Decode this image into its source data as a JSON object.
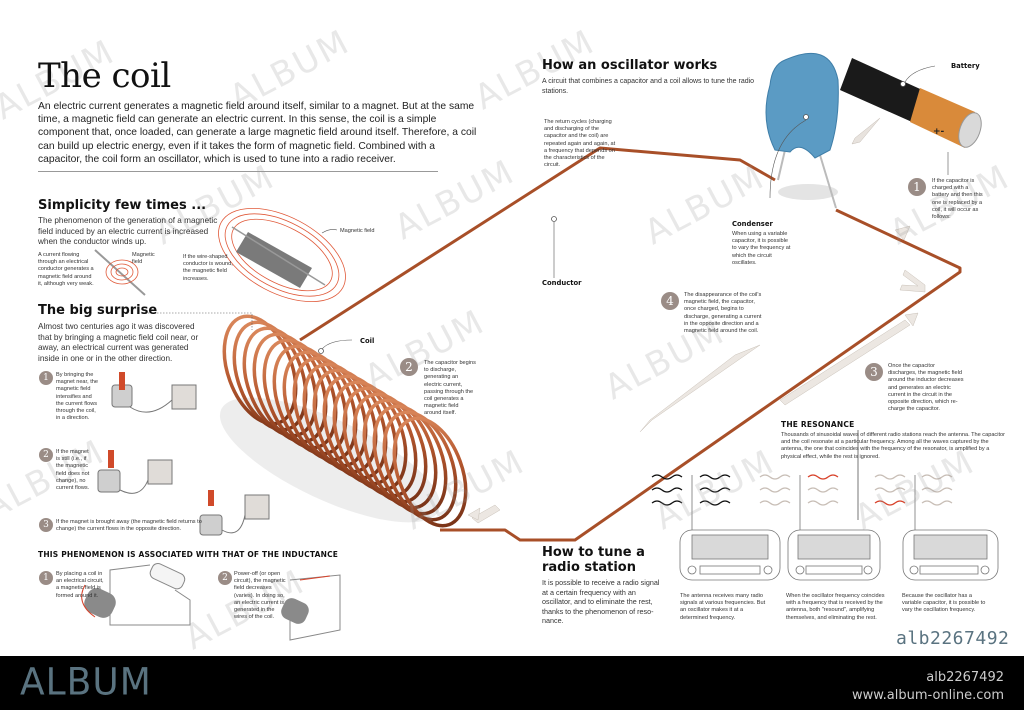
{
  "header": {
    "title": "The coil",
    "intro": "An electric current generates a magnetic field around itself, similar to a magnet. But at the same time, a magnetic field can generate an electric current. In this sense, the coil is a simple component that, once loaded, can generate a large magnetic field around itself. Therefore, a coil can build up electric energy, even if it takes the form of magnetic field. Combined with a capacitor, the coil form an oscillator, which is used to tune into a radio receiver."
  },
  "simplicity": {
    "heading": "Simplicity few times ...",
    "body": "The phenomenon of the generation of a magnetic field induced by an electric current is increased when the conductor winds up.",
    "caption_straight": "A current flowing through an electrical conductor generates a magnetic field around it, although very weak.",
    "label_magnetic_field_small": "Magnetic field",
    "caption_wound": "If the wire-shaped conductor is wound, the magnetic field increases.",
    "label_magnetic_field": "Magnetic field"
  },
  "surprise": {
    "heading": "The big surprise",
    "body": "Almost two centuries ago it was discovered that by bringing a magnetic field coil near, or away, an electrical current was generated inside in one or in the other direction.",
    "steps": [
      {
        "num": "1",
        "text": "By bringing the magnet near, the magnetic field intensifies and the current flows through the coil, in a direction."
      },
      {
        "num": "2",
        "text": "If the magnet is still (i.e., if the magnetic field does not change), no current flows."
      },
      {
        "num": "3",
        "text": "If the magnet is brought away (the magnetic field returns to change) the current flows in the opposite direction."
      }
    ]
  },
  "inductance": {
    "heading": "THIS PHENOMENON IS ASSOCIATED WITH THAT OF THE INDUCTANCE",
    "steps": [
      {
        "num": "1",
        "text": "By placing a coil in an electrical circuit, a magnetic field is formed around it."
      },
      {
        "num": "2",
        "text": "Power-off (or open circuit), the magnetic field decreases (varies). In doing so, an electric current is generated in the wires of the coil."
      }
    ]
  },
  "oscillator": {
    "heading": "How an oscillator works",
    "subtitle": "A circuit that combines a capacitor and a coil allows to tune the radio stations.",
    "cycles_note": "The return cycles (charging and discharging of the capacitor and the coil) are repeated again and again, at a frequency that depends on the characteristics of the circuit.",
    "label_battery": "Battery",
    "label_condenser": "Condenser",
    "condenser_note": "When using a variable capacitor, it is possible to vary the frequency at which the circuit oscillates.",
    "label_conductor": "Conductor",
    "label_coil": "Coil",
    "steps": [
      {
        "num": "1",
        "text": "If the capacitor is charged with a battery and then this one is replaced by a coil, it will occur as follows:"
      },
      {
        "num": "2",
        "text": "The capacitor begins to discharge, generating an electric current, passing through the coil generates a magnetic field around itself."
      },
      {
        "num": "3",
        "text": "Once the capacitor discharges, the magnetic field around the inductor decreases and generates an electric current in the circuit in the opposite direction, which re-charge the capacitor."
      },
      {
        "num": "4",
        "text": "The disappearance of the coil's magnetic field, the capacitor, once charged, begins to discharge, generating a current in the opposite direction and a magnetic field around the coil."
      }
    ]
  },
  "tune": {
    "heading_line1": "How to tune a",
    "heading_line2": "radio station",
    "body": "It is possible to receive a radio signal at a certain frequency with an oscillator, and to eliminate the rest, thanks to the phenomenon of reso-nance."
  },
  "resonance": {
    "heading": "THE RESONANCE",
    "body": "Thousands of sinusoidal waves of different radio stations reach the antenna. The capacitor and the coil resonate at a particular frequency. Among all the waves captured by the antenna, the one that coincides with the frequency of the resonator, is amplified by a physical effect, while the rest is ignored.",
    "captions": [
      "The antenna receives many radio signals at various frequencies. But an oscillator makes it at a determined frequency.",
      "When the oscillator frequency coincides with a frequency that is received by the antenna, both \"resound\", amplifying themselves, and eliminating the rest.",
      "Because the oscillator has a variable capacitor, it is possible to vary the oscillation frequency."
    ]
  },
  "watermark": {
    "text": "ALBUM",
    "image_id": "alb2267492"
  },
  "footer": {
    "logo": "ALBUM",
    "image_id": "alb2267492",
    "url": "www.album-online.com"
  },
  "colors": {
    "copper": "#b5572e",
    "wave_red": "#d8432b",
    "capacitor_blue": "#5b9bc4",
    "battery_orange": "#d98a3a",
    "badge_gray": "#9a8c86",
    "footer_brand": "#5a7380"
  }
}
